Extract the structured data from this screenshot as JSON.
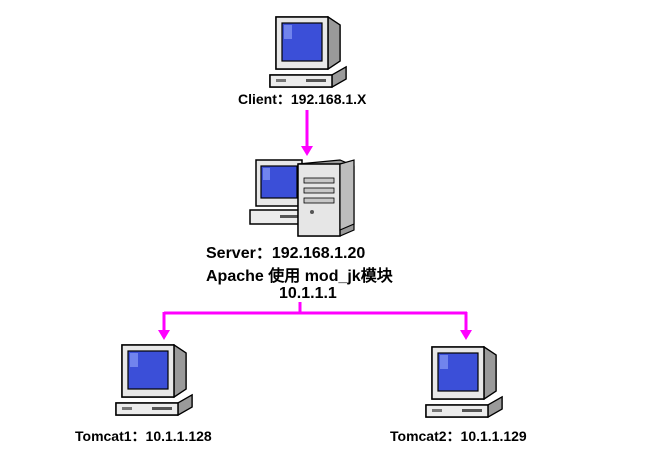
{
  "colors": {
    "connector": "#ff00ff",
    "screen": "#3b4fd8",
    "monitor_body": "#e6e6e6",
    "outline": "#000000"
  },
  "nodes": {
    "client": {
      "label": "Client：192.168.1.X",
      "icon": "desktop-computer-icon"
    },
    "server": {
      "line1": "Server：192.168.1.20",
      "line2": "Apache 使用 mod_jk模块",
      "line3": "10.1.1.1",
      "icon": "server-tower-computer-icon"
    },
    "tomcat1": {
      "label": "Tomcat1：10.1.1.128",
      "icon": "desktop-computer-icon"
    },
    "tomcat2": {
      "label": "Tomcat2：10.1.1.129",
      "icon": "desktop-computer-icon"
    }
  }
}
